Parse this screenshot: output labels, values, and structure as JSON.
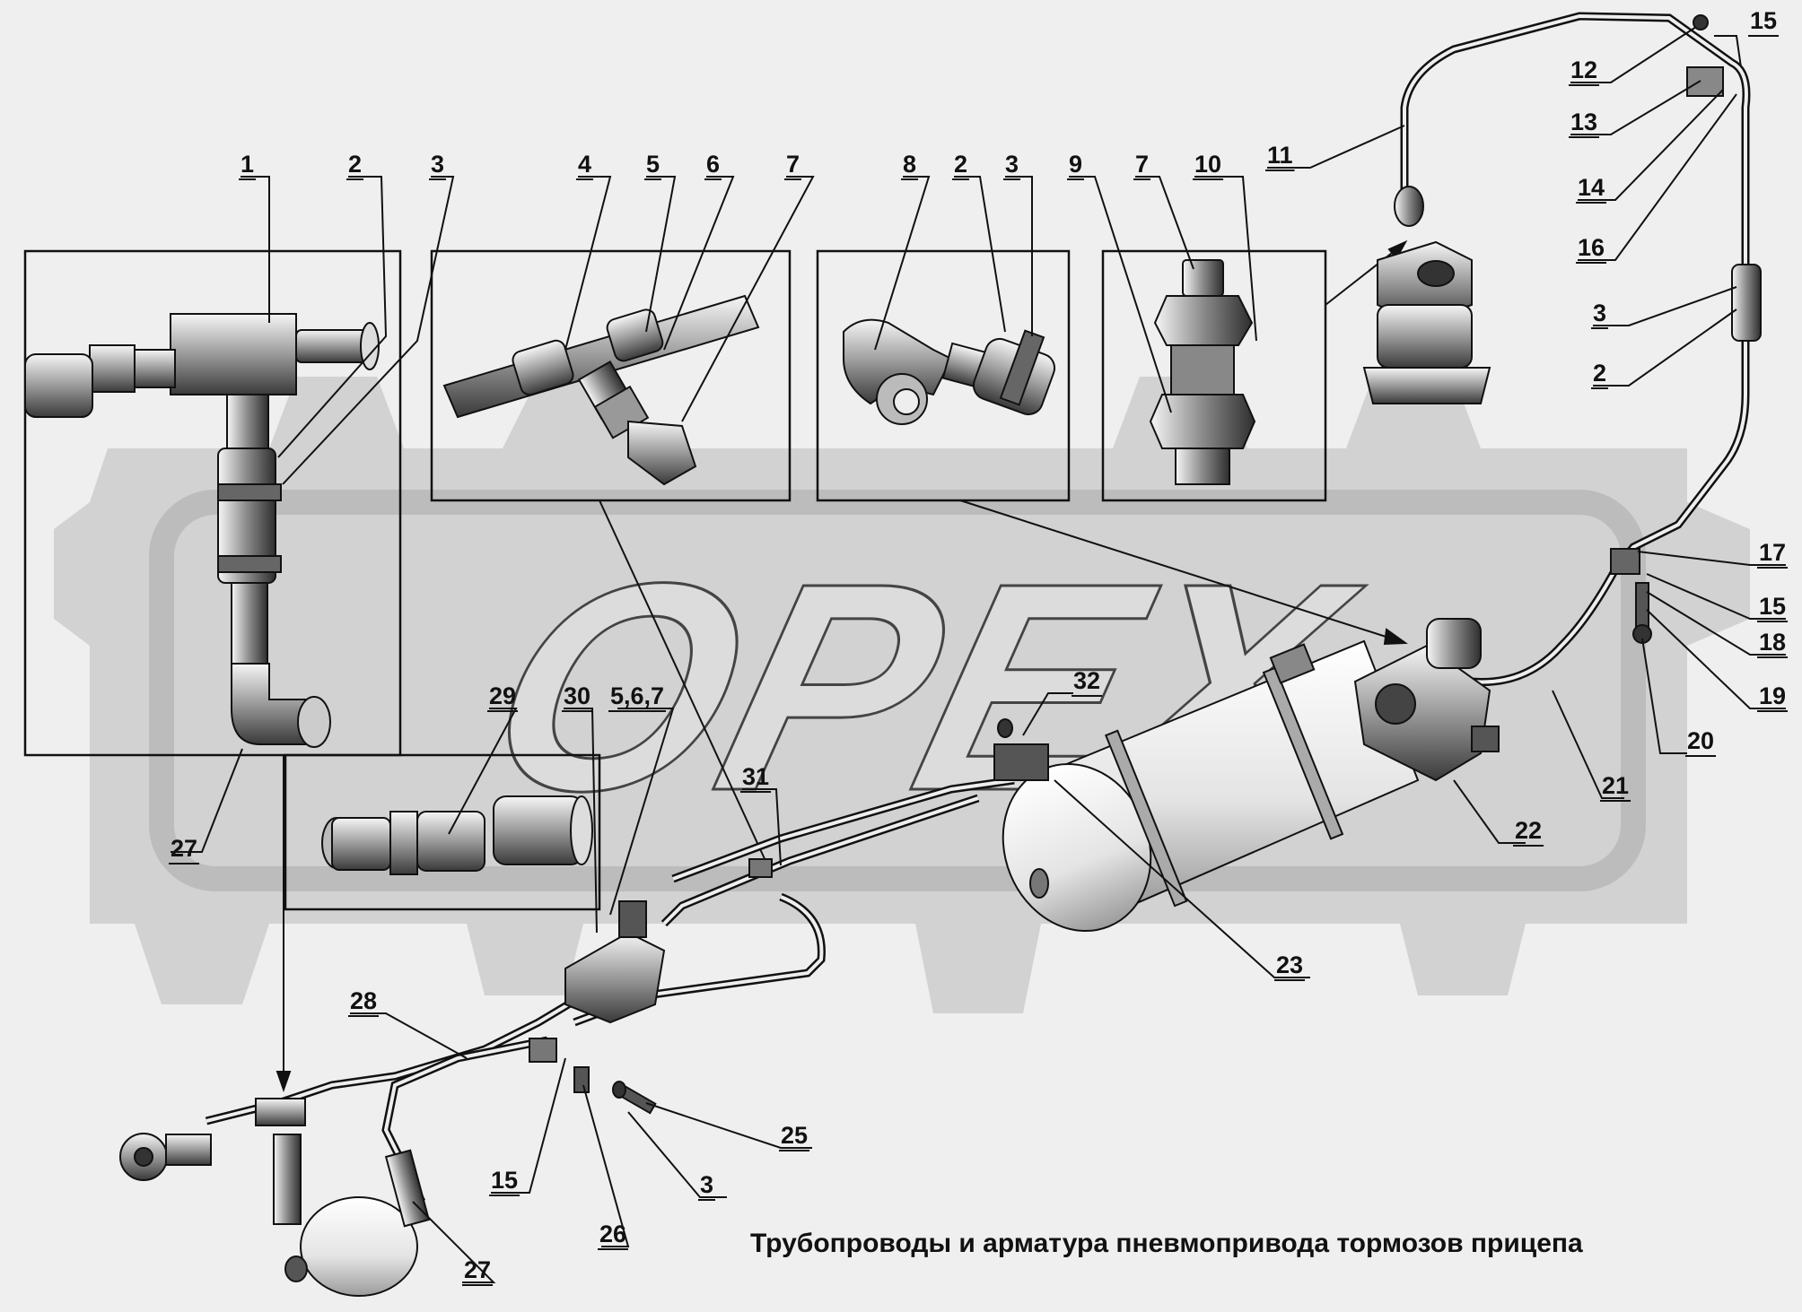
{
  "caption": "Трубопроводы и арматура пневмопривода тормозов прицепа",
  "watermark": "OPEX",
  "colors": {
    "background": "#efefef",
    "watermark": "#cfcfcf",
    "ink": "#111111"
  },
  "callouts": [
    "1",
    "2",
    "3",
    "4",
    "5",
    "6",
    "7",
    "8",
    "2",
    "3",
    "9",
    "7",
    "10",
    "11",
    "12",
    "13",
    "14",
    "15",
    "16",
    "3",
    "2",
    "17",
    "15",
    "18",
    "19",
    "20",
    "21",
    "22",
    "23",
    "32",
    "31",
    "29",
    "30",
    "5,6,7",
    "27",
    "28",
    "25",
    "3",
    "15",
    "26",
    "27"
  ]
}
